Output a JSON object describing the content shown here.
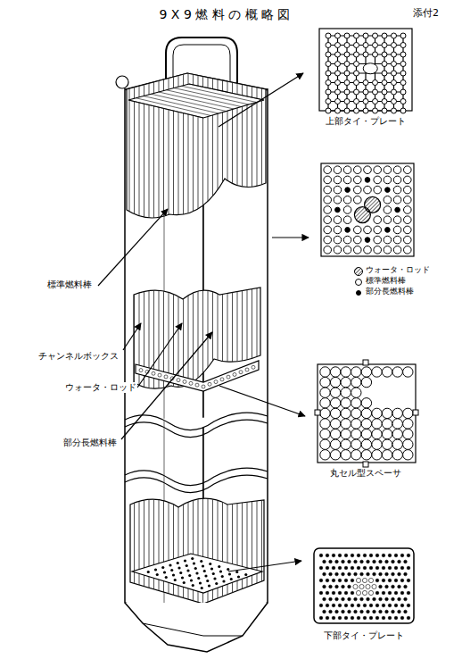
{
  "diagram": {
    "title": "9 X 9 燃 料 の 概 略 図",
    "labels": [
      "添付2",
      "標準燃料棒",
      "チャンネルボックス",
      "ウォータ・ロッド",
      "部分長燃料棒",
      "上部タイ・プレート",
      "丸セル型スペーサ",
      "下部タイ・プレート"
    ],
    "legend": [
      {
        "text": "ウォータ・ロッド"
      },
      {
        "text": "標準燃料棒"
      },
      {
        "text": "部分長燃料棒"
      }
    ]
  }
}
